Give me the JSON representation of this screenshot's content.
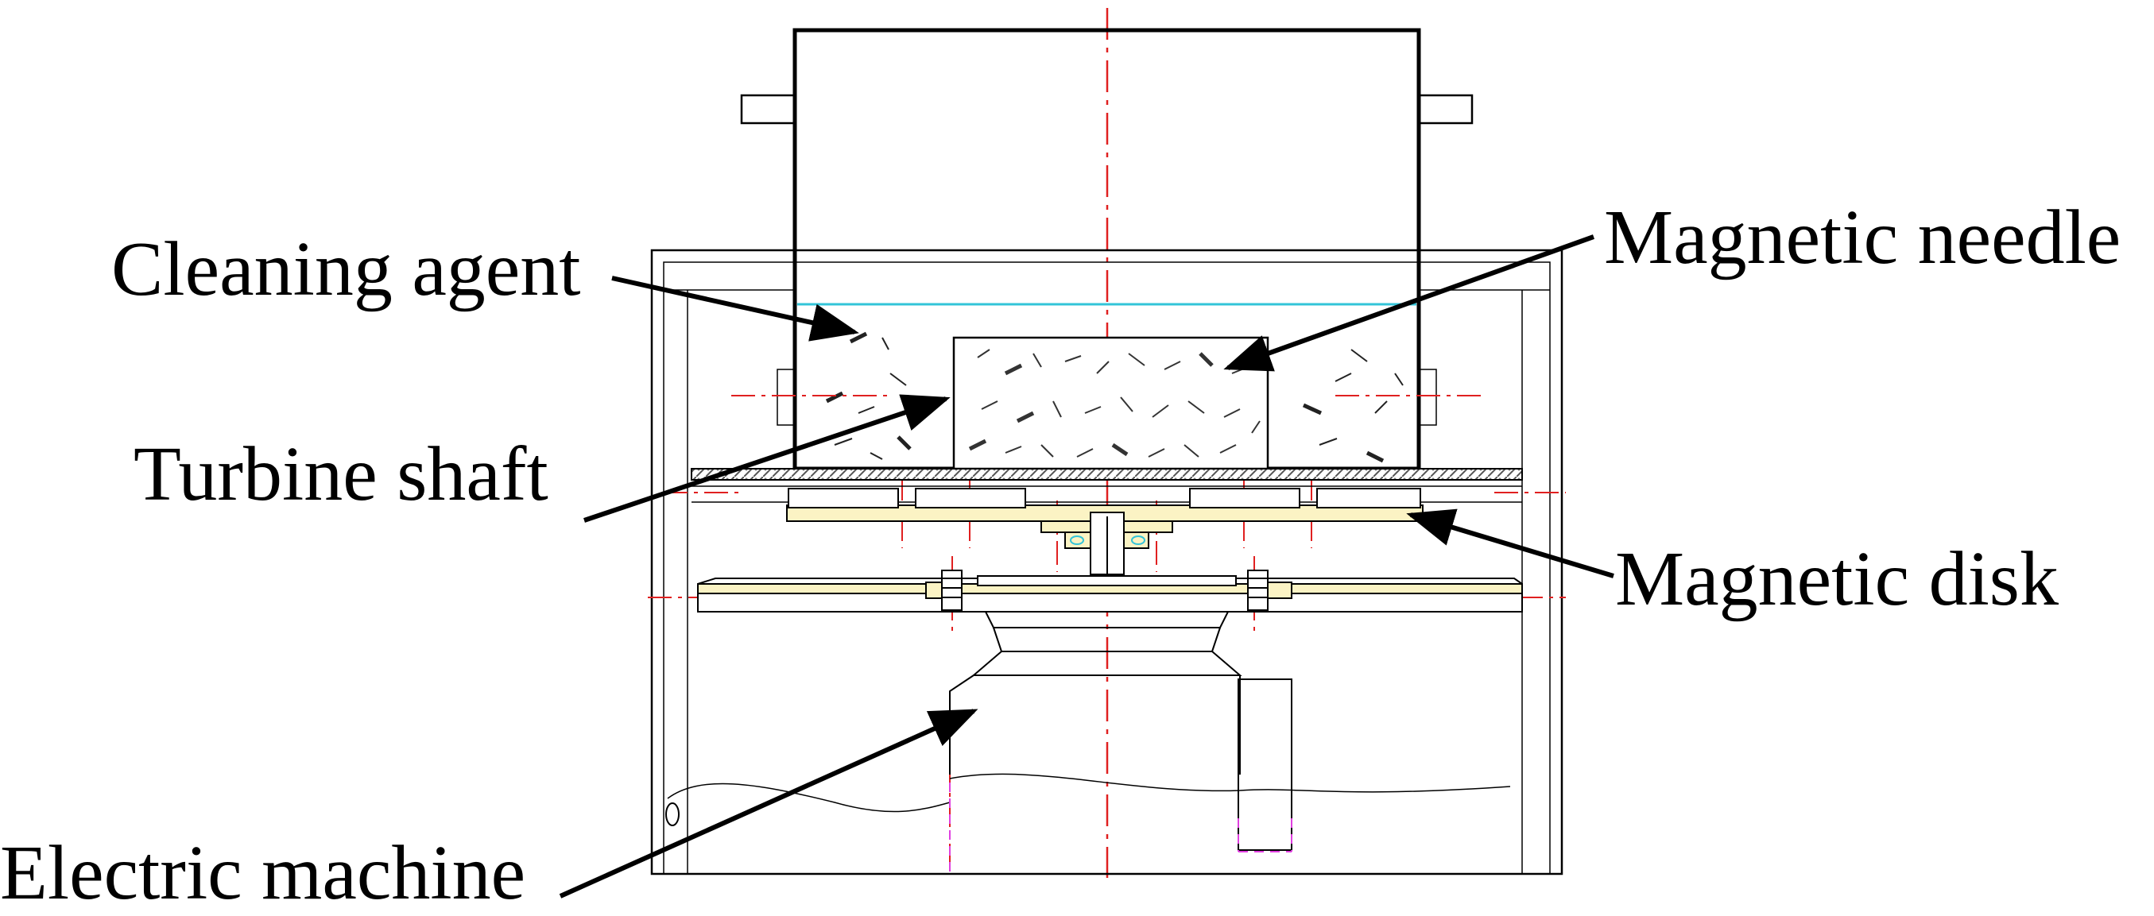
{
  "labels": {
    "cleaning_agent": "Cleaning agent",
    "turbine_shaft": "Turbine shaft",
    "magnetic_needle": "Magnetic needle",
    "magnetic_disk": "Magnetic disk",
    "electric_machine": "Electric machine"
  },
  "colors": {
    "line": "#000000",
    "centerline": "#e02020",
    "liquid": "#33c4d8",
    "magnet": "#fbf3c4",
    "motor_guide": "#e040e0"
  }
}
